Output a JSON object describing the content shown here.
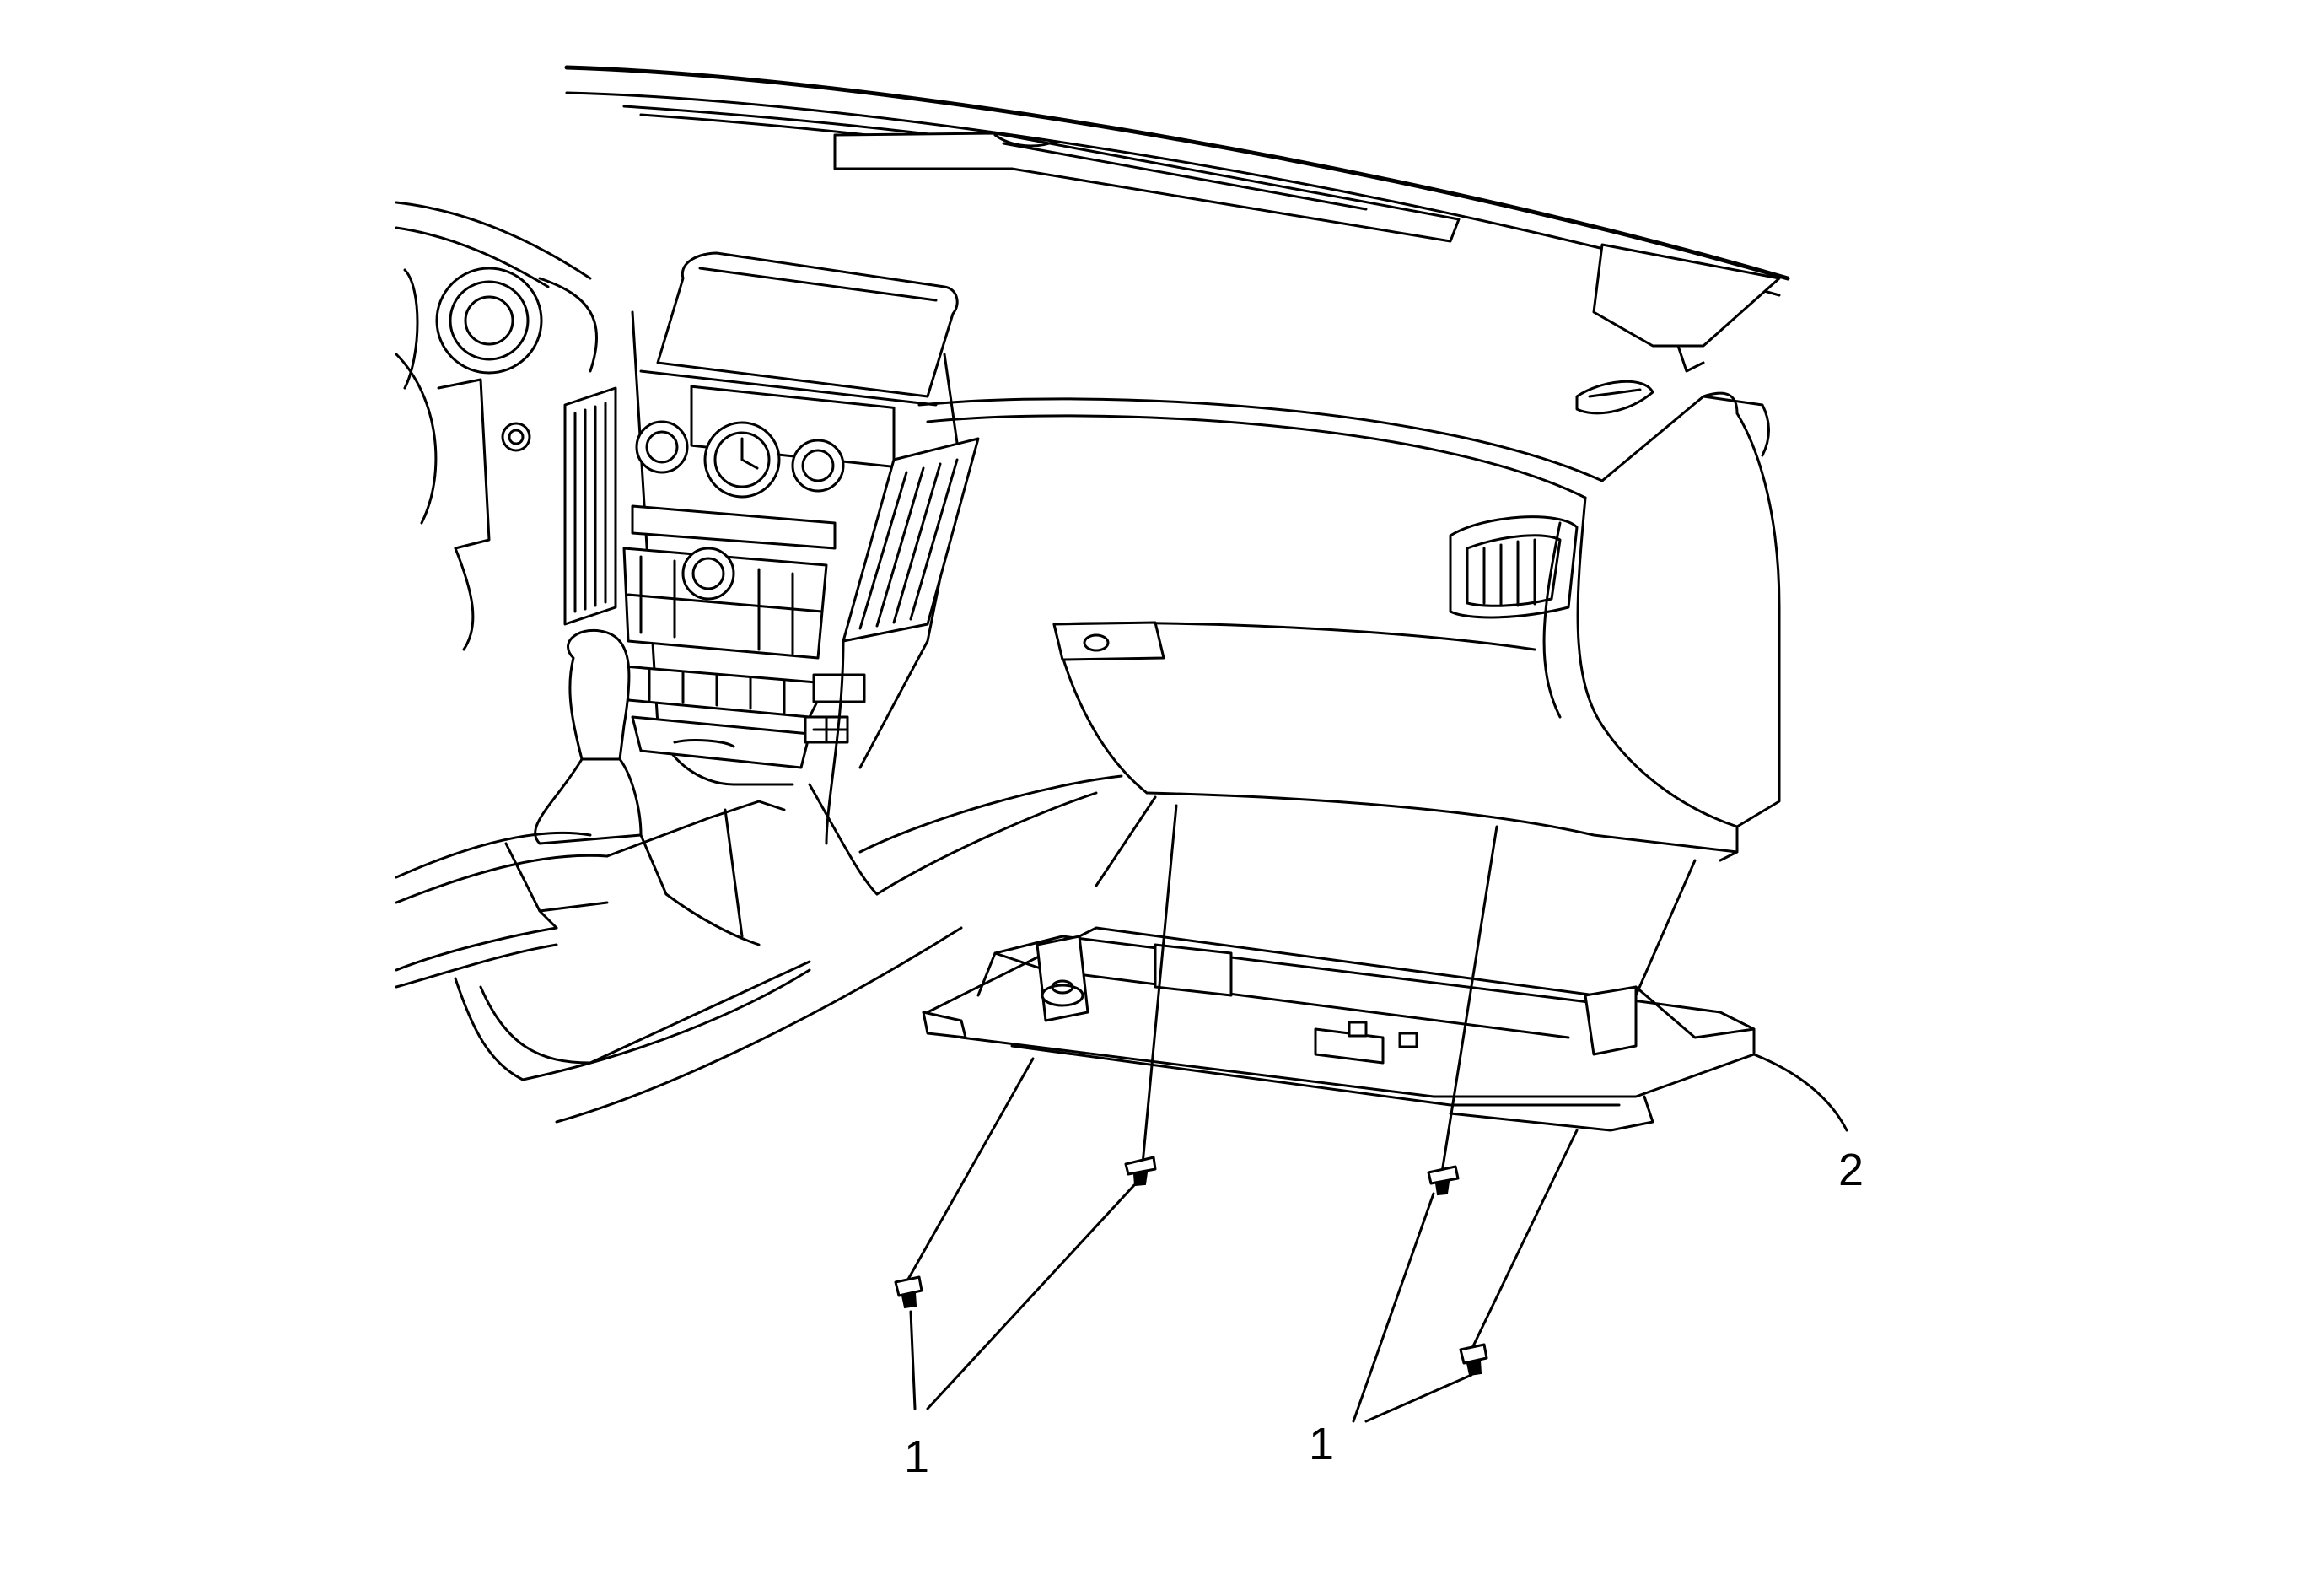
{
  "callouts": [
    {
      "id": "fasteners-left",
      "label": "1"
    },
    {
      "id": "fasteners-right",
      "label": "1"
    },
    {
      "id": "glovebox-door",
      "label": "2"
    }
  ]
}
